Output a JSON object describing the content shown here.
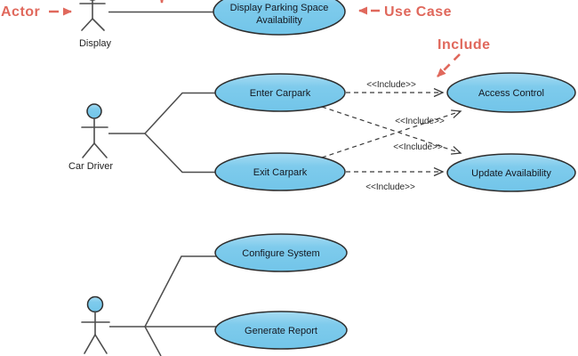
{
  "annotations": {
    "actor": "Actor",
    "use_case": "Use Case",
    "include": "Include"
  },
  "actors": {
    "display": "Display",
    "car_driver": "Car Driver"
  },
  "use_cases": {
    "display_parking_line1": "Display Parking Space",
    "display_parking_line2": "Availability",
    "enter_carpark": "Enter Carpark",
    "exit_carpark": "Exit Carpark",
    "access_control": "Access Control",
    "update_availability": "Update Availability",
    "configure_system": "Configure System",
    "generate_report": "Generate Report"
  },
  "relations": {
    "include_stereotype": "<<Include>>"
  },
  "colors": {
    "use_case_fill": "#7ecbec",
    "use_case_fill_top": "#a8dcf3",
    "use_case_border": "#2e2e2e",
    "connector": "#4d4d4d",
    "annotation_accent": "#e0685c",
    "label_text": "#141821"
  }
}
